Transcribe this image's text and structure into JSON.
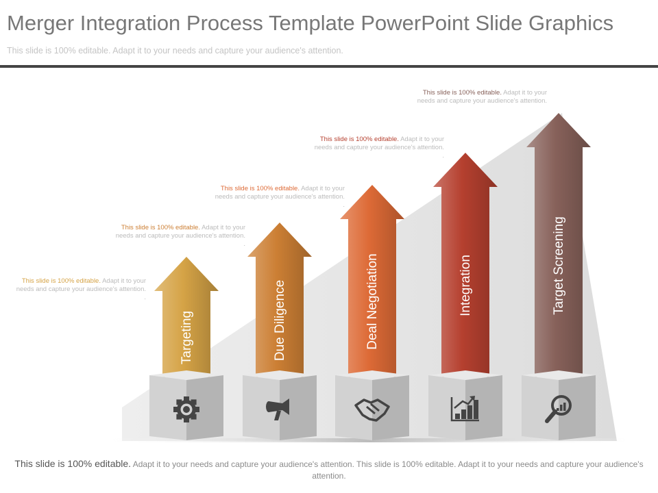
{
  "header": {
    "title": "Merger Integration Process Template PowerPoint Slide Graphics",
    "subtitle": "This slide is 100% editable. Adapt it to your needs and capture your audience's attention."
  },
  "steps": [
    {
      "label": "Targeting",
      "icon": "gear-icon",
      "color": "#d5a346",
      "note_lead": "This slide is 100% editable.",
      "note_body": "Adapt it to your needs and capture your audience's attention. ."
    },
    {
      "label": "Due Diligence",
      "icon": "megaphone-icon",
      "color": "#cc7f34",
      "note_lead": "This slide is 100% editable.",
      "note_body": "Adapt it to your needs and capture your audience's attention. ."
    },
    {
      "label": "Deal Negotiation",
      "icon": "handshake-icon",
      "color": "#dd6a36",
      "note_lead": "This slide is 100% editable.",
      "note_body": "Adapt it to your needs and capture your audience's attention. ."
    },
    {
      "label": "Integration",
      "icon": "growth-chart-icon",
      "color": "#b5402f",
      "note_lead": "This slide is 100% editable.",
      "note_body": "Adapt it to your needs and capture your audience's attention. ."
    },
    {
      "label": "Target Screening",
      "icon": "magnifier-chart-icon",
      "color": "#87615a",
      "note_lead": "This slide is 100% editable.",
      "note_body": "Adapt it to your needs and capture your audience's attention."
    }
  ],
  "footer": {
    "lead": "This slide is 100% editable.",
    "body": "Adapt it to your needs and capture your audience's attention. This slide is 100% editable. Adapt it to your needs and capture your audience's attention."
  }
}
